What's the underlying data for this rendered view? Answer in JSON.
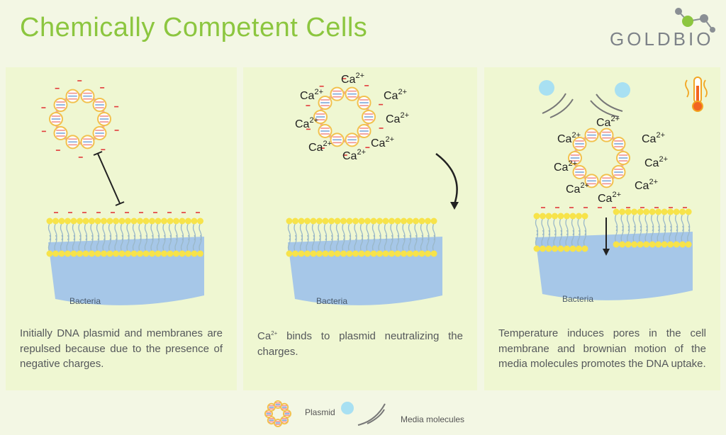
{
  "title": "Chemically Competent Cells",
  "brand": "GOLDBIO",
  "colors": {
    "title": "#8cc63f",
    "panel": "#eff7d2",
    "lipid_head": "#f7e34a",
    "lipid_tail": "#9ab8c8",
    "cytoplasm": "#a6c7e8",
    "plasmid_ring": "#f3a6a0",
    "ion": "#a8e0f2"
  },
  "panels": [
    {
      "bacteria_label": "Bacteria",
      "caption": "Initially DNA plasmid and membranes are repulsed because due to the presence of negative charges."
    },
    {
      "bacteria_label": "Bacteria",
      "ion": "Ca",
      "charge": "2+",
      "caption_ion": "Ca",
      "caption_sup": "2+",
      "caption_rest": " binds to plasmid neutralizing the charges."
    },
    {
      "bacteria_label": "Bacteria",
      "ion": "Ca",
      "charge": "2+",
      "caption": "Temperature induces pores in the cell membrane and brownian motion of the media molecules promotes the DNA uptake."
    }
  ],
  "legend": {
    "plasmid": "Plasmid",
    "media": "Media molecules"
  }
}
